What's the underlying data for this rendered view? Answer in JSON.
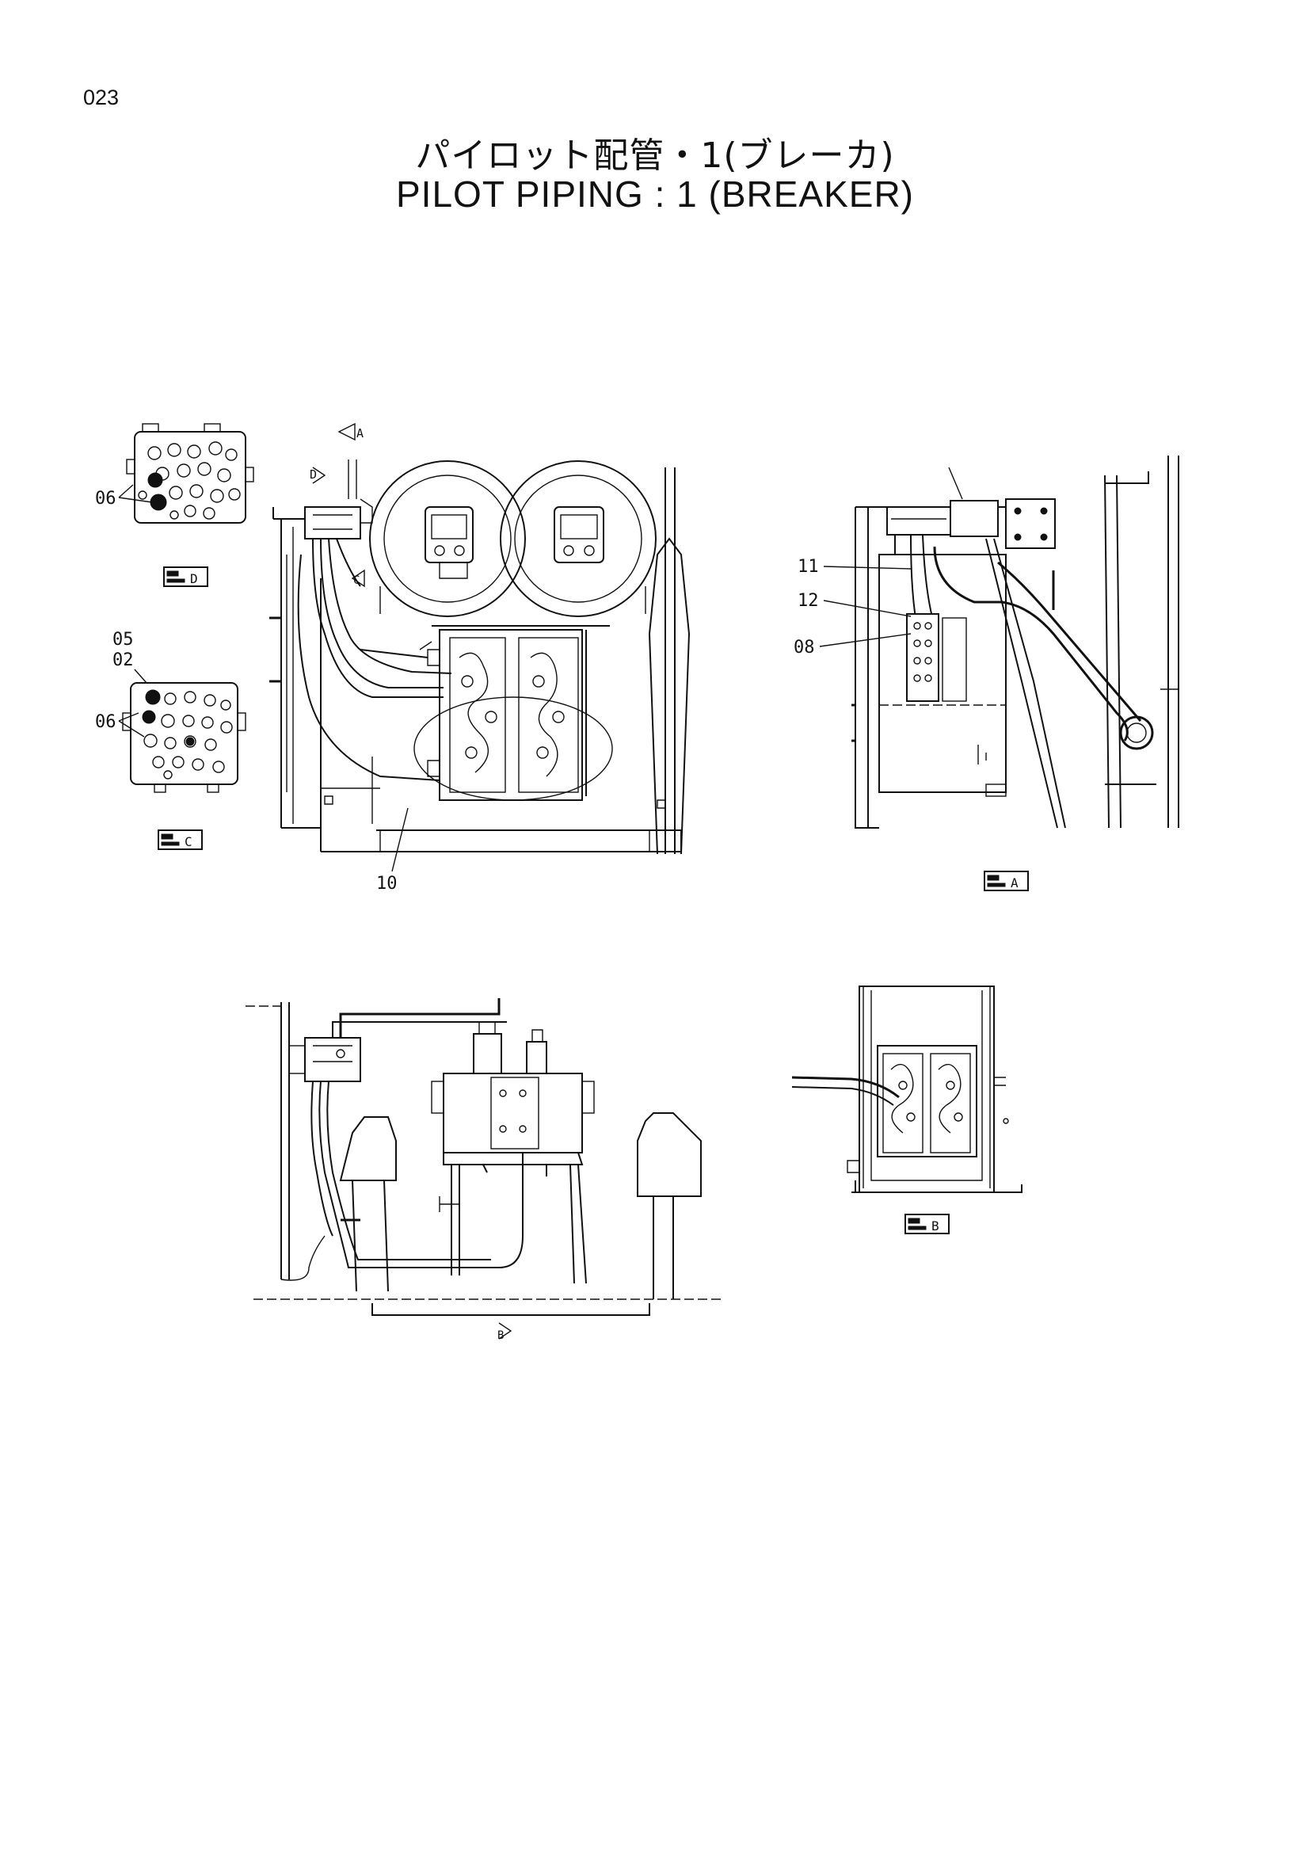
{
  "page": {
    "number": "023",
    "title_jp": "パイロット配管・1(ブレーカ)",
    "title_en": "PILOT   PIPING : 1 (BREAKER)"
  },
  "callouts": {
    "c06_top": "06",
    "c05": "05",
    "c02": "02",
    "c06_mid": "06",
    "c10": "10",
    "c11": "11",
    "c12": "12",
    "c08": "08"
  },
  "view_markers": {
    "arrow_a": "A",
    "arrow_d": "D",
    "arrow_c": "C",
    "arrow_b": "B"
  },
  "view_tags": {
    "tag_d": "D",
    "tag_c": "C",
    "tag_a": "A",
    "tag_b": "B"
  }
}
